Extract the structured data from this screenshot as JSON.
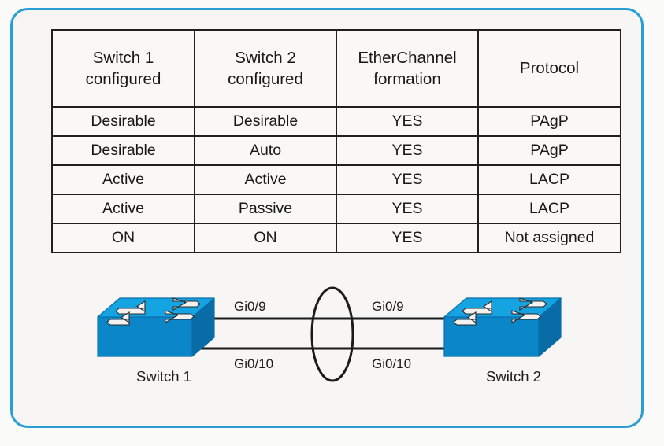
{
  "figure": {
    "frame_border_color": "#2a9fd6",
    "background_color": "#f7f6f5"
  },
  "table": {
    "headers": [
      {
        "line1": "Switch 1",
        "line2": "configured"
      },
      {
        "line1": "Switch 2",
        "line2": "configured"
      },
      {
        "line1": "EtherChannel",
        "line2": "formation"
      },
      {
        "line1": "Protocol",
        "line2": ""
      }
    ],
    "rows": [
      {
        "switch1": "Desirable",
        "switch2": "Desirable",
        "formation": "YES",
        "protocol": "PAgP"
      },
      {
        "switch1": "Desirable",
        "switch2": "Auto",
        "formation": "YES",
        "protocol": "PAgP"
      },
      {
        "switch1": "Active",
        "switch2": "Active",
        "formation": "YES",
        "protocol": "LACP"
      },
      {
        "switch1": "Active",
        "switch2": "Passive",
        "formation": "YES",
        "protocol": "LACP"
      },
      {
        "switch1": "ON",
        "switch2": "ON",
        "formation": "YES",
        "protocol": "Not assigned"
      }
    ]
  },
  "diagram": {
    "left_switch_label": "Switch 1",
    "right_switch_label": "Switch 2",
    "link_top_left_label": "Gi0/9",
    "link_bottom_left_label": "Gi0/10",
    "link_top_right_label": "Gi0/9",
    "link_bottom_right_label": "Gi0/10",
    "switch_top_color": "#16a3e2",
    "switch_front_color": "#0b86c8",
    "switch_side_color": "#0a6ca6",
    "link_color": "#1a1a1a",
    "bundle_ellipse_color": "#1a1a1a"
  }
}
